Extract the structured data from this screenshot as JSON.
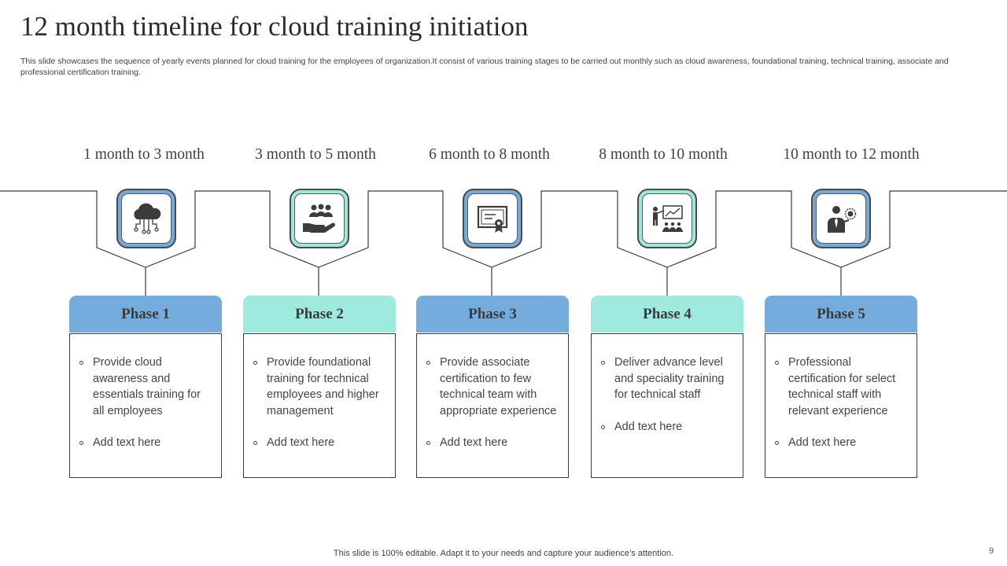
{
  "title": "12 month timeline for cloud training initiation",
  "subtitle": "This slide showcases the sequence of yearly events planned for cloud training for the employees of organization.It consist of various training stages to be carried out monthly such as cloud awareness, foundational training, technical training, associate and professional certification training.",
  "phases": [
    {
      "period": "1 month to 3 month",
      "name": "Phase 1",
      "icon": "cloud-network-icon",
      "color": "#75acde",
      "bullets": [
        "Provide cloud awareness and essentials training for all employees",
        "Add text here"
      ]
    },
    {
      "period": "3 month to 5 month",
      "name": "Phase 2",
      "icon": "team-in-hand-icon",
      "color": "#9eeadf",
      "bullets": [
        "Provide foundational training for technical employees and higher management",
        "Add text here"
      ]
    },
    {
      "period": "6 month to 8 month",
      "name": "Phase 3",
      "icon": "certificate-icon",
      "color": "#75acde",
      "bullets": [
        "Provide associate certification to few technical team with appropriate experience",
        "Add text here"
      ]
    },
    {
      "period": "8 month to 10 month",
      "name": "Phase 4",
      "icon": "presentation-training-icon",
      "color": "#9eeadf",
      "bullets": [
        "Deliver advance level and speciality training for technical staff",
        "Add text here"
      ]
    },
    {
      "period": "10 month to 12 month",
      "name": "Phase 5",
      "icon": "professional-badge-icon",
      "color": "#75acde",
      "bullets": [
        "Professional certification for select technical staff with relevant experience",
        "Add text here"
      ]
    }
  ],
  "footer": "This slide is 100% editable. Adapt it to your needs and capture your audience’s attention.",
  "page_number": "9"
}
